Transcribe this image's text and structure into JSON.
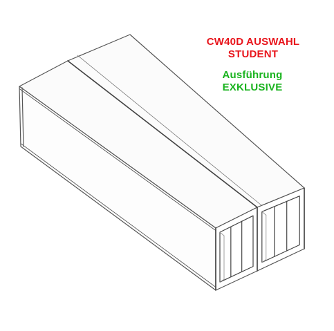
{
  "caption": {
    "model_line1": "CW40D AUSWAHL",
    "model_line2": "STUDENT",
    "variant_line1": "Ausführung",
    "variant_line2": "EXKLUSIVE"
  },
  "colors": {
    "model_text": "#e8141b",
    "variant_text": "#19b31e",
    "line": "#555555",
    "background": "#ffffff"
  },
  "drawing": {
    "subject": "two-joined-shipping-container-modules-isometric",
    "module_count": 2
  }
}
